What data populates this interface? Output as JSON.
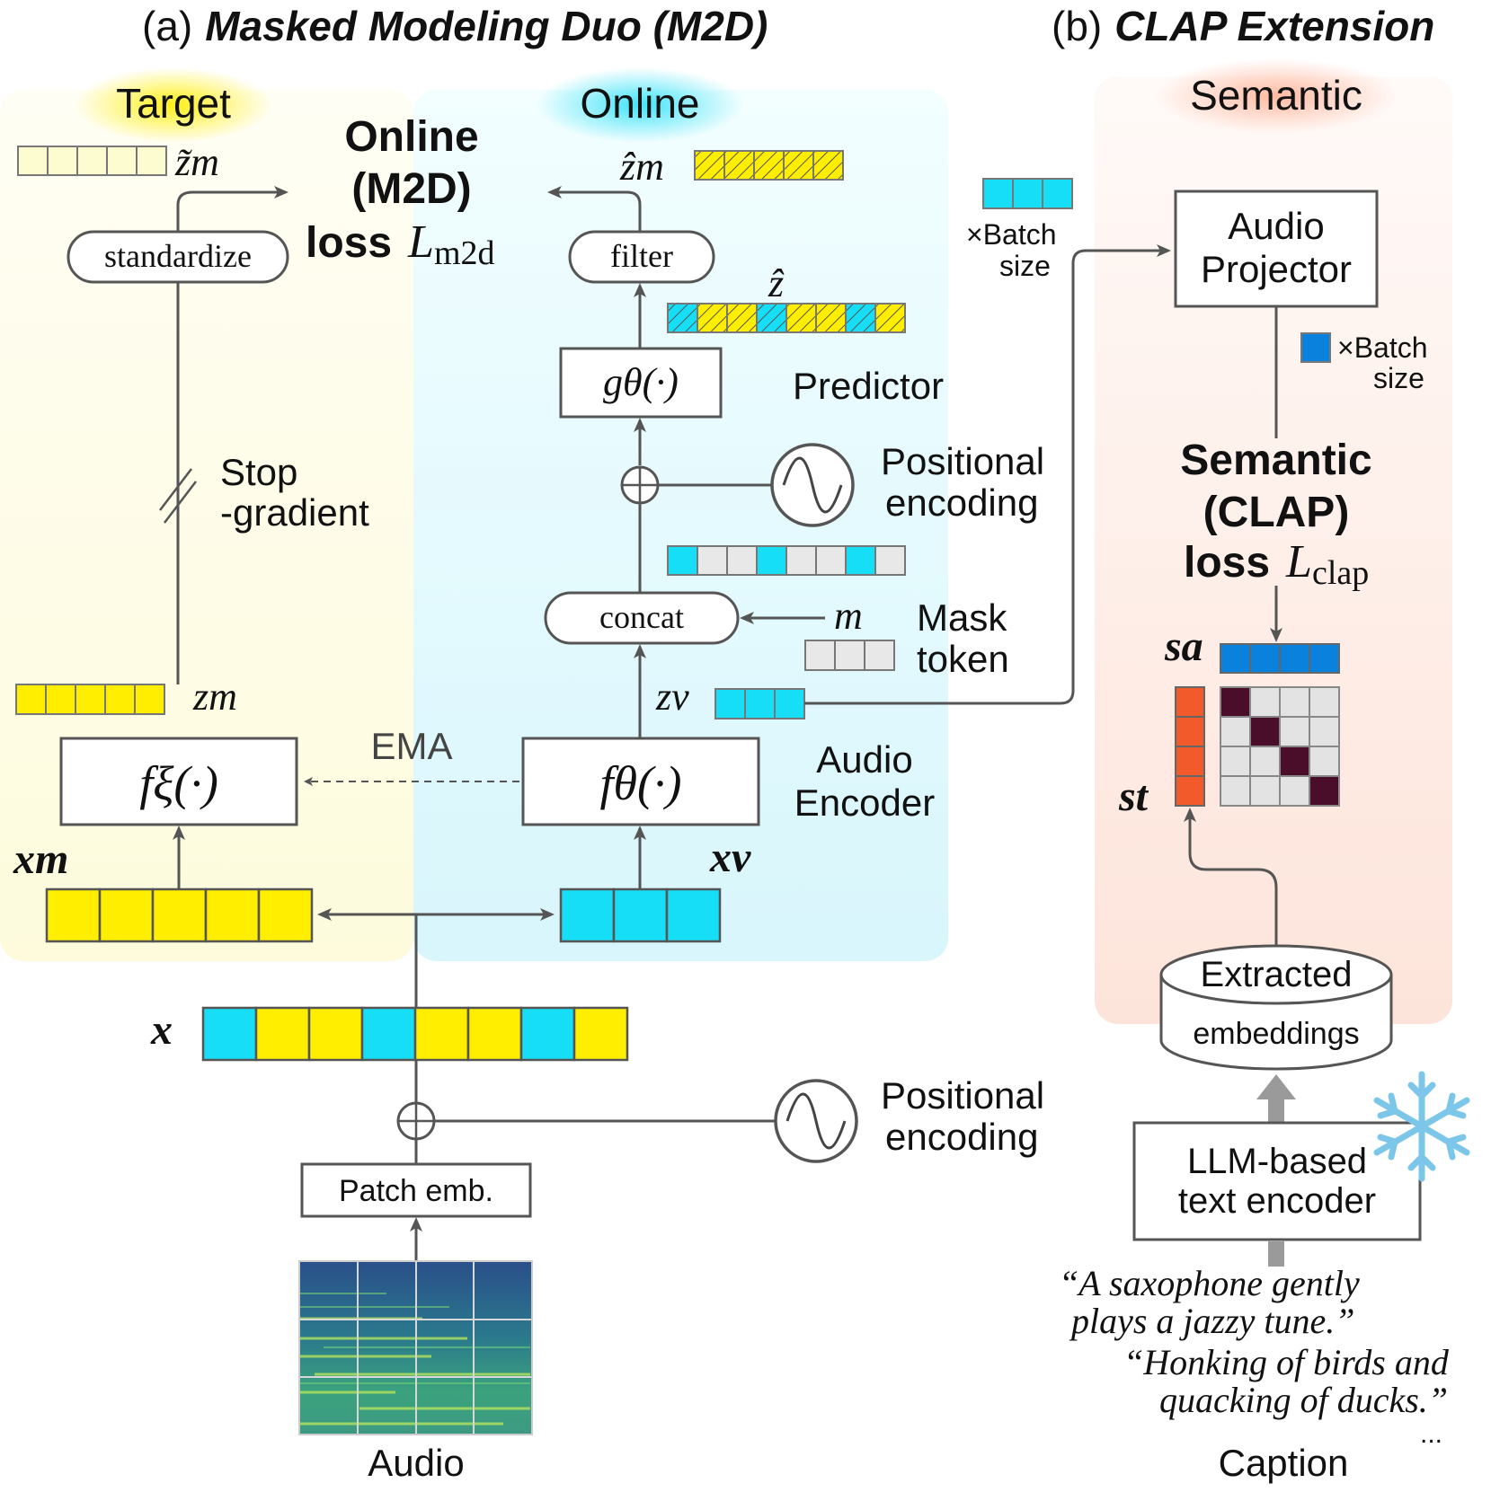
{
  "panel_a": {
    "prefix": "(a)",
    "title": "Masked Modeling Duo (M2D)",
    "target_label": "Target",
    "online_label": "Online",
    "loss_line1": "Online",
    "loss_line2": "(M2D)",
    "loss_line3": "loss",
    "loss_symbol": "L",
    "loss_sub": "m2d",
    "standardize": "standardize",
    "filter": "filter",
    "concat": "concat",
    "predictor_fn": "gθ(·)",
    "predictor_label": "Predictor",
    "pos_enc_1": "Positional",
    "pos_enc_2": "encoding",
    "stop_grad_1": "Stop",
    "stop_grad_2": "-gradient",
    "ema": "EMA",
    "target_encoder_fn": "fξ(·)",
    "online_encoder_fn": "fθ(·)",
    "audio_encoder_1": "Audio",
    "audio_encoder_2": "Encoder",
    "mask_token_1": "Mask",
    "mask_token_2": "token",
    "patch_emb": "Patch emb.",
    "audio_caption": "Audio",
    "sym_z_tilde_m": "z̃m",
    "sym_z_hat_m": "ẑm",
    "sym_z_hat": "ẑ",
    "sym_z_m": "zm",
    "sym_z_v": "zv",
    "sym_x_m": "xm",
    "sym_x_v": "xv",
    "sym_x": "x",
    "sym_m": "m"
  },
  "panel_b": {
    "prefix": "(b)",
    "title": "CLAP Extension",
    "semantic_label": "Semantic",
    "batch_1": "×Batch",
    "batch_2": "size",
    "audio_projector_1": "Audio",
    "audio_projector_2": "Projector",
    "loss_line1": "Semantic",
    "loss_line2": "(CLAP)",
    "loss_line3": "loss",
    "loss_symbol": "L",
    "loss_sub": "clap",
    "sym_s_a": "sa",
    "sym_s_t": "st",
    "db_line1": "Extracted",
    "db_line2": "embeddings",
    "llm_1": "LLM-based",
    "llm_2": "text encoder",
    "caption_1a": "“A saxophone gently",
    "caption_1b": "plays a jazzy tune.”",
    "caption_2a": "“Honking of birds and",
    "caption_2b": "quacking of ducks.”",
    "ellipsis": "...",
    "caption_label": "Caption"
  },
  "colors": {
    "yellow": "#ffee00",
    "cyan": "#16def7",
    "pale_yellow": "#fdfbd0",
    "mask_gray": "#e8e8e8",
    "blue": "#0a82dd",
    "orange": "#f25a2b",
    "dark_maroon": "#4a0d2a",
    "line": "#555555"
  },
  "token_sequence_x": [
    "cyan",
    "yellow",
    "yellow",
    "cyan",
    "yellow",
    "yellow",
    "cyan",
    "yellow"
  ],
  "concat_sequence": [
    "cyan",
    "gray",
    "gray",
    "cyan",
    "gray",
    "gray",
    "cyan",
    "gray"
  ],
  "z_hat_sequence": [
    "cyan-hatch",
    "yellow-hatch",
    "yellow-hatch",
    "cyan-hatch",
    "yellow-hatch",
    "yellow-hatch",
    "cyan-hatch",
    "yellow-hatch"
  ]
}
